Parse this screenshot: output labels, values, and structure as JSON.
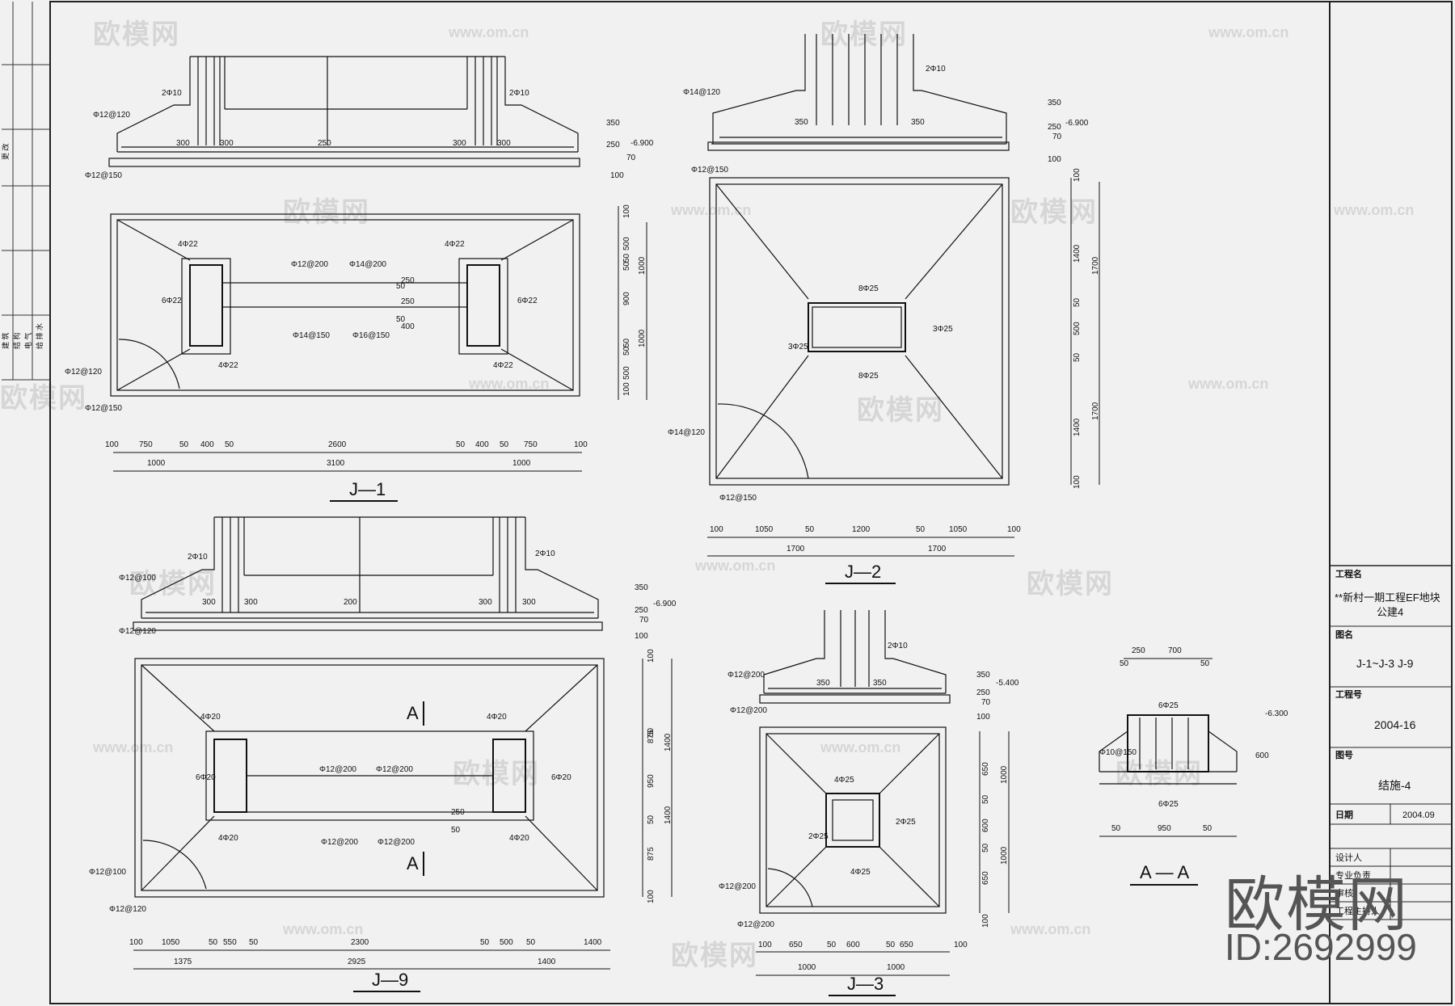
{
  "watermark": {
    "brand": "欧模网",
    "url": "www.om.cn",
    "id_label": "ID:2692999"
  },
  "title_block": {
    "project_name_label": "工程名",
    "project_name_line1": "**新村一期工程EF地块",
    "project_name_line2": "公建4",
    "drawing_name_label": "图名",
    "drawing_name": "J-1~J-3  J-9",
    "project_no_label": "工程号",
    "project_no": "2004-16",
    "drawing_no_label": "图号",
    "drawing_no": "结施-4",
    "date_label": "日期",
    "date": "2004.09",
    "designer_label": "设计人",
    "professional_label": "专业负责",
    "check_label": "审核",
    "project_lead_label": "工程主持人"
  },
  "left_strip": {
    "change_label": "更 改",
    "disciplines": [
      "建 筑",
      "结 构",
      "电 气",
      "给 排 水"
    ]
  },
  "drawings": {
    "j1": {
      "label": "J—1",
      "elev_labels": [
        "2Φ10",
        "2Φ10",
        "Φ12@120",
        "Φ12@150",
        "300",
        "300",
        "250",
        "300",
        "300",
        "350",
        "250",
        "70",
        "100",
        "-6.900"
      ],
      "plan_labels": [
        "4Φ22",
        "4Φ22",
        "4Φ22",
        "4Φ22",
        "6Φ22",
        "6Φ22",
        "Φ12@200",
        "Φ14@200",
        "Φ14@150",
        "Φ16@150",
        "Φ12@120",
        "Φ12@150",
        "250",
        "250",
        "400",
        "50",
        "50"
      ],
      "right_dims": [
        "100",
        "500",
        "1000",
        "900",
        "1000",
        "500",
        "100",
        "50",
        "50",
        "50",
        "50"
      ],
      "bottom_dims_top": [
        "100",
        "750",
        "50",
        "400",
        "50",
        "2600",
        "50",
        "400",
        "50",
        "750",
        "100"
      ],
      "bottom_dims_bottom": [
        "1000",
        "3100",
        "1000"
      ]
    },
    "j2": {
      "label": "J—2",
      "elev_labels": [
        "Φ14@120",
        "2Φ10",
        "350",
        "350",
        "Φ12@150",
        "350",
        "250",
        "70",
        "100",
        "-6.900"
      ],
      "plan_labels": [
        "8Φ25",
        "8Φ25",
        "3Φ25",
        "3Φ25",
        "Φ14@120",
        "Φ12@150"
      ],
      "right_dims": [
        "100",
        "1400",
        "1700",
        "50",
        "500",
        "50",
        "1400",
        "1700",
        "100"
      ],
      "bottom_dims_top": [
        "100",
        "1050",
        "50",
        "1200",
        "50",
        "1050",
        "100"
      ],
      "bottom_dims_bottom": [
        "1700",
        "1700"
      ]
    },
    "j9": {
      "label": "J—9",
      "section_mark": "A",
      "elev_labels": [
        "2Φ10",
        "2Φ10",
        "Φ12@100",
        "Φ12@120",
        "300",
        "300",
        "200",
        "300",
        "300",
        "350",
        "250",
        "70",
        "100",
        "-6.900"
      ],
      "plan_labels": [
        "4Φ20",
        "4Φ20",
        "4Φ20",
        "4Φ20",
        "6Φ20",
        "6Φ20",
        "Φ12@200",
        "Φ12@200",
        "Φ12@200",
        "Φ12@200",
        "Φ12@100",
        "Φ12@120",
        "250",
        "50"
      ],
      "right_dims": [
        "100",
        "875",
        "50",
        "1400",
        "950",
        "50",
        "1400",
        "875",
        "100"
      ],
      "bottom_dims_top": [
        "100",
        "1050",
        "50",
        "550",
        "50",
        "2300",
        "50",
        "500",
        "50",
        "1400"
      ],
      "bottom_dims_bottom": [
        "1375",
        "2925",
        "1400"
      ]
    },
    "j3": {
      "label": "J—3",
      "elev_labels": [
        "Φ12@200",
        "2Φ10",
        "350",
        "350",
        "Φ12@200",
        "350",
        "250",
        "70",
        "100",
        "-5.400"
      ],
      "plan_labels": [
        "4Φ25",
        "4Φ25",
        "2Φ25",
        "2Φ25",
        "Φ12@200",
        "Φ12@200"
      ],
      "right_dims": [
        "650",
        "1000",
        "50",
        "600",
        "50",
        "1000",
        "650",
        "100"
      ],
      "bottom_dims_top": [
        "100",
        "650",
        "50",
        "600",
        "50",
        "650",
        "100"
      ],
      "bottom_dims_bottom": [
        "1000",
        "1000"
      ]
    },
    "aa": {
      "label": "A — A",
      "labels": [
        "250",
        "700",
        "50",
        "50",
        "6Φ25",
        "6Φ25",
        "Φ10@150",
        "600",
        "-6.300",
        "50",
        "950",
        "50"
      ]
    }
  }
}
